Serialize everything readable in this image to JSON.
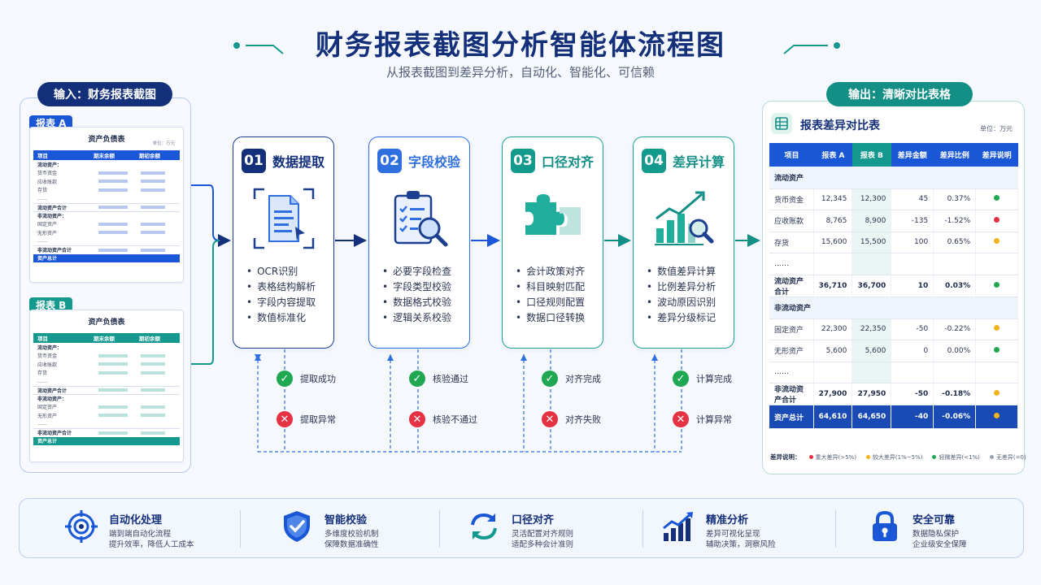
{
  "header": {
    "title": "财务报表截图分析智能体流程图",
    "subtitle": "从报表截图到差异分析，自动化、智能化、可信赖"
  },
  "input": {
    "label": "输入：财务报表截图",
    "report_a": {
      "tag": "报表 A",
      "sheet_title": "资产负债表",
      "unit": "单位：万元",
      "columns": [
        "项目",
        "期末余额",
        "期初余额"
      ],
      "rows": [
        "流动资产：",
        "货币资金",
        "应收账款",
        "存货",
        "……",
        "流动资产合计",
        "非流动资产：",
        "固定资产",
        "无形资产",
        "……",
        "非流动资产合计",
        "资产总计"
      ]
    },
    "report_b": {
      "tag": "报表 B",
      "sheet_title": "资产负债表",
      "columns": [
        "项目",
        "期末余额",
        "期初余额"
      ],
      "rows": [
        "流动资产：",
        "货币资金",
        "应收账款",
        "存货",
        "……",
        "流动资产合计",
        "非流动资产：",
        "固定资产",
        "无形资产",
        "……",
        "非流动资产合计",
        "资产总计"
      ]
    }
  },
  "steps": [
    {
      "num": "01",
      "title": "数据提取",
      "items": [
        "OCR识别",
        "表格结构解析",
        "字段内容提取",
        "数值标准化"
      ],
      "ok": "提取成功",
      "err": "提取异常"
    },
    {
      "num": "02",
      "title": "字段校验",
      "items": [
        "必要字段检查",
        "字段类型校验",
        "数据格式校验",
        "逻辑关系校验"
      ],
      "ok": "核验通过",
      "err": "核验不通过"
    },
    {
      "num": "03",
      "title": "口径对齐",
      "items": [
        "会计政策对齐",
        "科目映射匹配",
        "口径规则配置",
        "数据口径转换"
      ],
      "ok": "对齐完成",
      "err": "对齐失败"
    },
    {
      "num": "04",
      "title": "差异计算",
      "items": [
        "数值差异计算",
        "比例差异分析",
        "波动原因识别",
        "差异分级标记"
      ],
      "ok": "计算完成",
      "err": "计算异常"
    }
  ],
  "output": {
    "label": "输出：清晰对比表格",
    "title": "报表差异对比表",
    "unit": "单位：万元",
    "columns": [
      "项目",
      "报表 A",
      "报表 B",
      "差异金额",
      "差异比例",
      "差异说明"
    ],
    "section1": "流动资产",
    "rows1": [
      {
        "name": "货币资金",
        "a": "12,345",
        "b": "12,300",
        "diff": "45",
        "pct": "0.37%",
        "level": "green"
      },
      {
        "name": "应收账款",
        "a": "8,765",
        "b": "8,900",
        "diff": "-135",
        "pct": "-1.52%",
        "level": "red"
      },
      {
        "name": "存货",
        "a": "15,600",
        "b": "15,500",
        "diff": "100",
        "pct": "0.65%",
        "level": "yellow"
      },
      {
        "name": "……",
        "a": "",
        "b": "",
        "diff": "",
        "pct": "",
        "level": ""
      }
    ],
    "subtotal1": {
      "name": "流动资产合计",
      "a": "36,710",
      "b": "36,700",
      "diff": "10",
      "pct": "0.03%",
      "level": "green"
    },
    "section2": "非流动资产",
    "rows2": [
      {
        "name": "固定资产",
        "a": "22,300",
        "b": "22,350",
        "diff": "-50",
        "pct": "-0.22%",
        "level": "yellow"
      },
      {
        "name": "无形资产",
        "a": "5,600",
        "b": "5,600",
        "diff": "0",
        "pct": "0.00%",
        "level": "green"
      },
      {
        "name": "……",
        "a": "",
        "b": "",
        "diff": "",
        "pct": "",
        "level": ""
      }
    ],
    "subtotal2": {
      "name": "非流动资产合计",
      "a": "27,900",
      "b": "27,950",
      "diff": "-50",
      "pct": "-0.18%",
      "level": "yellow"
    },
    "total": {
      "name": "资产总计",
      "a": "64,610",
      "b": "64,650",
      "diff": "-40",
      "pct": "-0.06%",
      "level": "yellow"
    },
    "legend_title": "差异说明：",
    "legend": [
      {
        "label": "重大差异(>5%)",
        "color": "#e53242"
      },
      {
        "label": "较大差异(1%~5%)",
        "color": "#f2b31c"
      },
      {
        "label": "轻微差异(<1%)",
        "color": "#1fa851"
      },
      {
        "label": "无差异(=0)",
        "color": "#9aa3b5"
      }
    ]
  },
  "features": [
    {
      "title": "自动化处理",
      "desc1": "端到端自动化流程",
      "desc2": "提升效率，降低人工成本"
    },
    {
      "title": "智能校验",
      "desc1": "多维度校验机制",
      "desc2": "保障数据准确性"
    },
    {
      "title": "口径对齐",
      "desc1": "灵活配置对齐规则",
      "desc2": "适配多种会计准则"
    },
    {
      "title": "精准分析",
      "desc1": "差异可视化呈现",
      "desc2": "辅助决策，洞察风险"
    },
    {
      "title": "安全可靠",
      "desc1": "数据隐私保护",
      "desc2": "企业级安全保障"
    }
  ],
  "colors": {
    "navy": "#14307a",
    "blue": "#1a57d6",
    "teal": "#13998e",
    "red": "#e53242",
    "yellow": "#f2b31c",
    "green": "#1fa851"
  }
}
